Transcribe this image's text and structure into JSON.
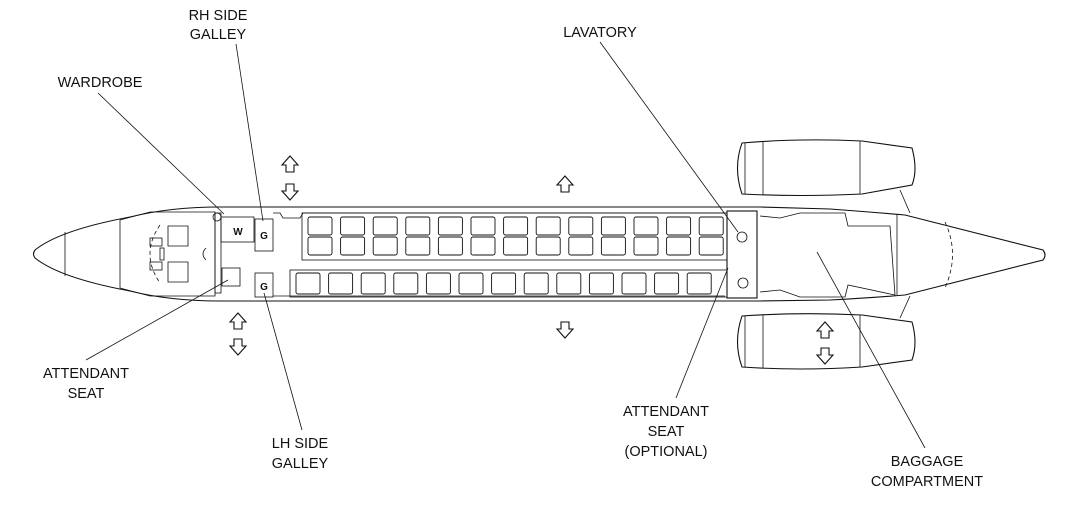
{
  "labels": {
    "rh_galley": [
      "RH  SIDE",
      "GALLEY"
    ],
    "wardrobe": "WARDROBE",
    "lavatory": "LAVATORY",
    "attendant_seat": [
      "ATTENDANT",
      "SEAT"
    ],
    "lh_galley": [
      "LH  SIDE",
      "GALLEY"
    ],
    "attendant_seat_optional": [
      "ATTENDANT",
      "SEAT",
      "(OPTIONAL)"
    ],
    "baggage": [
      "BAGGAGE",
      "COMPARTMENT"
    ]
  },
  "markers": {
    "wardrobe": "W",
    "galley_rh": "G",
    "galley_lh": "G"
  },
  "seating": {
    "upper_double_row_columns": 13,
    "lower_single_row_columns": 13
  }
}
